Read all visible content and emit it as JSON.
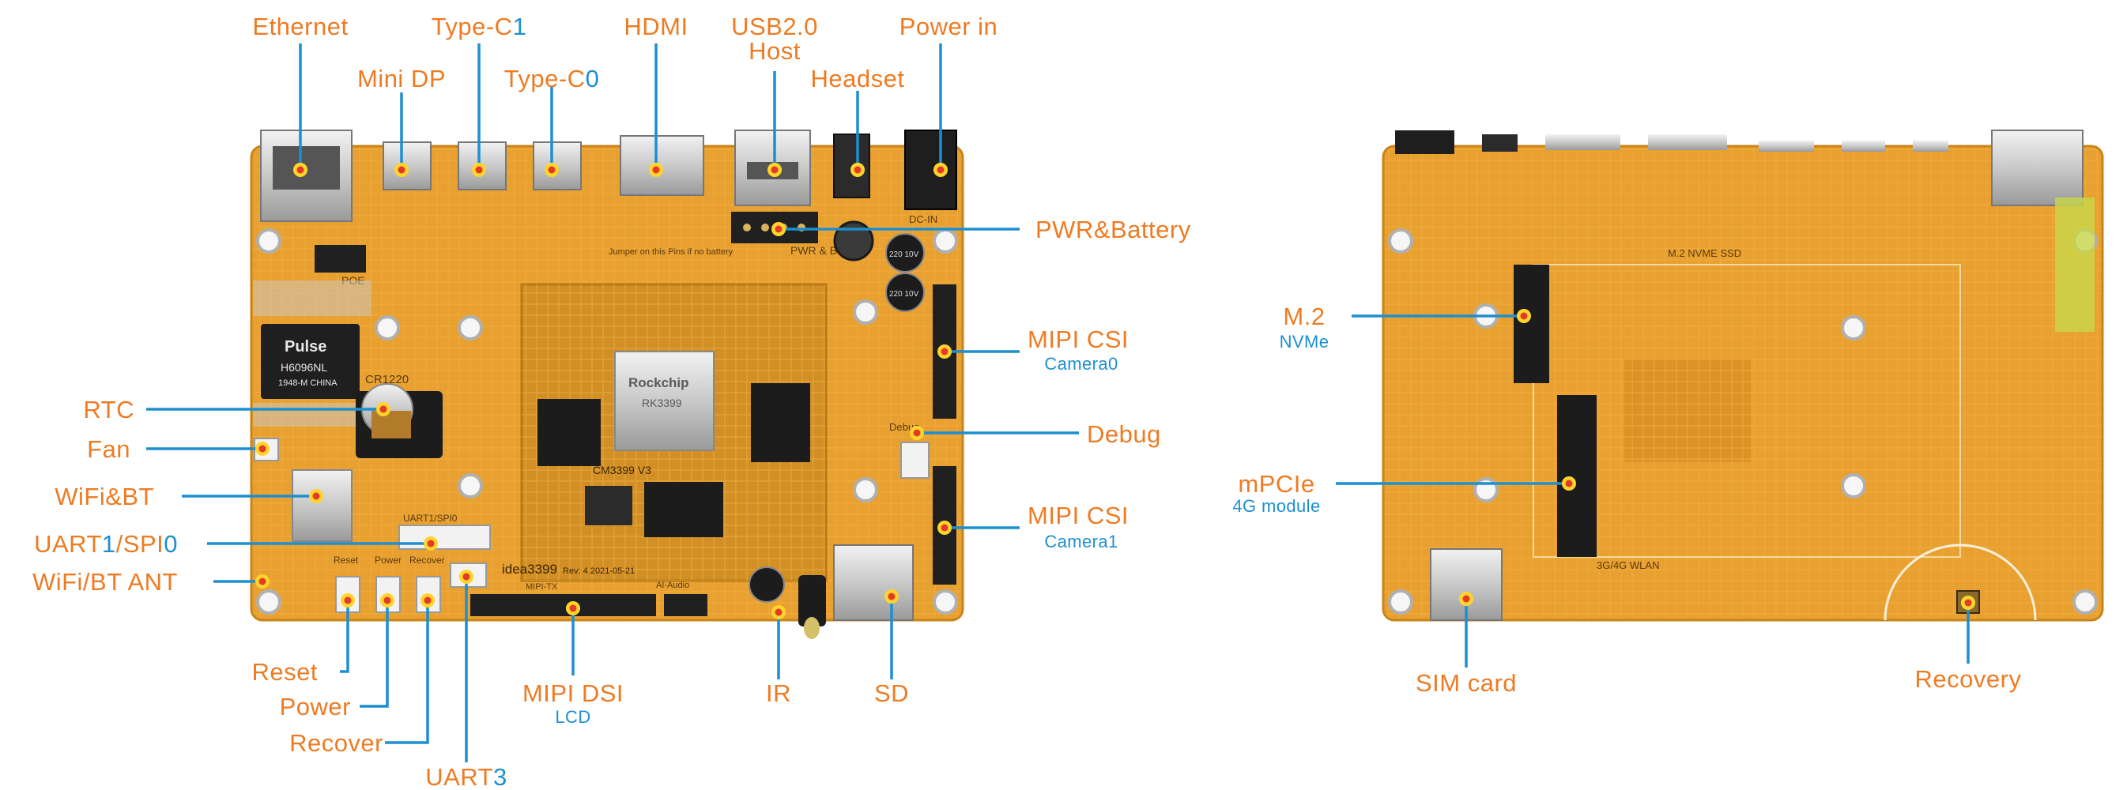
{
  "colors": {
    "label": "#ee7b23",
    "sublabel": "#1d8fd0",
    "leader": "#1d8fd0",
    "pcb": "#e8a030",
    "pcb_dark": "#c98419",
    "marker_ring": "#ffd52a",
    "marker_center": "#e5392a"
  },
  "front": {
    "labels": {
      "ethernet": "Ethernet",
      "mini_dp": "Mini DP",
      "typec1_a": "Type-C",
      "typec1_b": "1",
      "typec0_a": "Type-C",
      "typec0_b": "0",
      "hdmi": "HDMI",
      "usb_line1": "USB2.0",
      "usb_line2": "Host",
      "headset": "Headset",
      "power_in": "Power in",
      "pwr_battery": "PWR&Battery",
      "mipi_csi0": "MIPI CSI",
      "mipi_csi0_sub": "Camera0",
      "debug": "Debug",
      "mipi_csi1": "MIPI CSI",
      "mipi_csi1_sub": "Camera1",
      "rtc": "RTC",
      "fan": "Fan",
      "wifi_bt": "WiFi&BT",
      "uart_spi_a": "UART",
      "uart_spi_b": "1",
      "uart_spi_c": "/SPI",
      "uart_spi_d": "0",
      "wifi_ant": "WiFi/BT ANT",
      "reset": "Reset",
      "power": "Power",
      "recover": "Recover",
      "uart3_a": "UART",
      "uart3_b": "3",
      "mipi_dsi": "MIPI DSI",
      "mipi_dsi_sub": "LCD",
      "ir": "IR",
      "sd": "SD"
    },
    "silkscreen": {
      "pulse": "Pulse",
      "pulse_part": "H6096NL",
      "pulse_sub": "1948-M CHINA",
      "rockchip": "Rockchip",
      "soc": "RK3399",
      "module": "CM3399 V3",
      "board": "idea3399",
      "board_rev": "Rev: 4  2021-05-21",
      "rtc_cell": "CR1220",
      "poe": "POE",
      "pwr_batt_silk": "PWR & Battery",
      "jumper_silk": "Jumper on this Pins if no battery",
      "debug_silk": "Debug",
      "uart_silk": "UART1/SPI0",
      "btn_reset": "Reset",
      "btn_power": "Power",
      "btn_recover": "Recover",
      "mipi_tx": "MIPI-TX",
      "ai_audio": "AI-Audio",
      "dc_in": "DC-IN",
      "cap": "220 10V"
    }
  },
  "back": {
    "labels": {
      "m2": "M.2",
      "m2_sub": "NVMe",
      "mpcie": "mPCIe",
      "mpcie_sub": "4G module",
      "sim": "SIM card",
      "recovery": "Recovery"
    },
    "silkscreen": {
      "ssd": "M.2 NVME SSD",
      "wlan": "3G/4G WLAN"
    }
  }
}
